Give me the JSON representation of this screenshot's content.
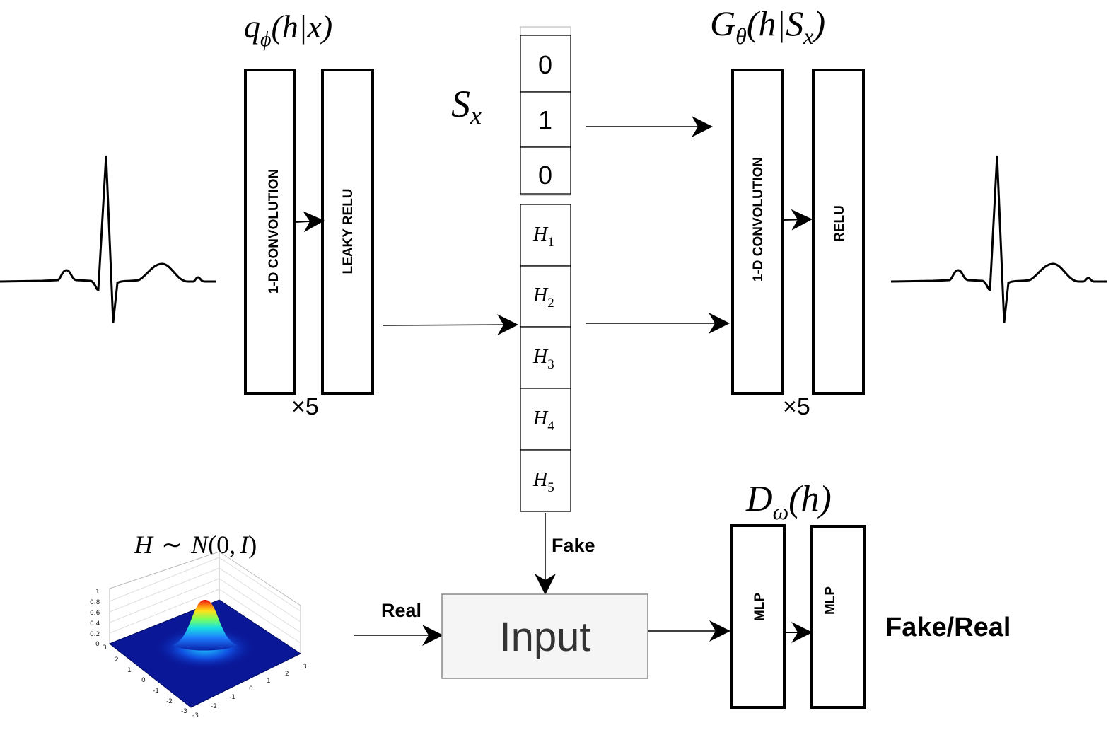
{
  "encoder": {
    "title_main": "q",
    "title_sub": "ϕ",
    "title_args": "(h|x)",
    "block1_label": "1-D CONVOLUTION",
    "block2_label": "LEAKY RELU",
    "repeat": "×5"
  },
  "generator": {
    "title_main": "G",
    "title_sub": "θ",
    "title_args_a": "(h|S",
    "title_args_sub": "x",
    "title_args_b": ")",
    "block1_label": "1-D CONVOLUTION",
    "block2_label": "RELU",
    "repeat": "×5"
  },
  "discriminator": {
    "title_main": "D",
    "title_sub": "ω",
    "title_args": "(h)",
    "block1_label": "MLP",
    "block2_label": "MLP",
    "output_label": "Fake/Real"
  },
  "latent": {
    "s_label_main": "S",
    "s_label_sub": "x",
    "s_values": [
      "0",
      "1",
      "0"
    ],
    "h_cells": [
      {
        "main": "H",
        "sub": "1"
      },
      {
        "main": "H",
        "sub": "2"
      },
      {
        "main": "H",
        "sub": "3"
      },
      {
        "main": "H",
        "sub": "4"
      },
      {
        "main": "H",
        "sub": "5"
      }
    ]
  },
  "prior": {
    "label_H": "H",
    "label_tilde": "∼",
    "label_N": "N",
    "label_open": "(0,",
    "label_I": "I",
    "label_close": ")",
    "z_ticks": [
      "0",
      "0.2",
      "0.4",
      "0.6",
      "0.8",
      "1"
    ],
    "x_ticks": [
      "3",
      "2",
      "1",
      "0",
      "-1",
      "-2",
      "-3"
    ],
    "y_ticks": [
      "-3",
      "-2",
      "-1",
      "0",
      "1",
      "2",
      "3"
    ]
  },
  "input_box": {
    "label": "Input"
  },
  "flow": {
    "fake_label": "Fake",
    "real_label": "Real"
  }
}
